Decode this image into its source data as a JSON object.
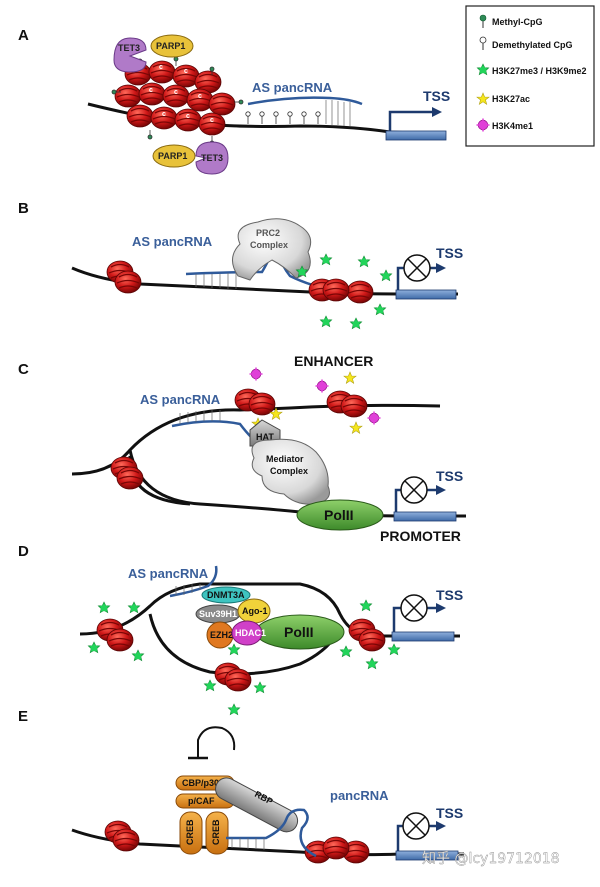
{
  "legend": {
    "items": [
      {
        "label": "Methyl-CpG",
        "symbol": "methyl-cpg-icon",
        "color": "#2e8b57"
      },
      {
        "label": "Demethylated CpG",
        "symbol": "demethylated-cpg-icon",
        "color": "#ffffff"
      },
      {
        "label": "H3K27me3 / H3K9me2",
        "symbol": "green-star-icon",
        "color": "#22d45a"
      },
      {
        "label": "H3K27ac",
        "symbol": "yellow-star-icon",
        "color": "#f5e61e"
      },
      {
        "label": "H3K4me1",
        "symbol": "magenta-star-icon",
        "color": "#e040d8"
      }
    ]
  },
  "panels": {
    "a": {
      "letter": "A",
      "rna": "AS pancRNA",
      "tss": "TSS",
      "proteins": [
        "TET3",
        "PARP1",
        "PARP1",
        "TET3"
      ],
      "cpg_mark": "c"
    },
    "b": {
      "letter": "B",
      "rna": "AS pancRNA",
      "tss": "TSS",
      "complex": [
        "PRC2",
        "Complex"
      ]
    },
    "c": {
      "letter": "C",
      "rna": "AS pancRNA",
      "tss": "TSS",
      "enhancer": "ENHANCER",
      "promoter": "PROMOTER",
      "hat": "HAT",
      "mediator": [
        "Mediator",
        "Complex"
      ],
      "polii": "PolII"
    },
    "d": {
      "letter": "D",
      "rna": "AS pancRNA",
      "tss": "TSS",
      "factors": [
        "DNMT3A",
        "Suv39H1",
        "Ago-1",
        "EZH2",
        "HDAC1"
      ],
      "polii": "PolII"
    },
    "e": {
      "letter": "E",
      "rna": "pancRNA",
      "tss": "TSS",
      "factors": [
        "CBP/p300",
        "p/CAF",
        "CREB",
        "CREB",
        "RBP"
      ]
    }
  },
  "watermark": "知乎 @lcy19712018",
  "colors": {
    "nucleosome": "#cc1a1a",
    "rna": "#2f5a9a",
    "promoter": "#4a76b8",
    "tet3": "#b07ac8",
    "parp1": "#e8c23a",
    "polii": "#4f9a3a",
    "dnmt3a": "#3ec4c0",
    "suv39h1": "#8a8a8a",
    "ago1": "#f0d23a",
    "ezh2": "#e07820",
    "hdac1": "#d040c8",
    "creb": "#e89a2a"
  }
}
